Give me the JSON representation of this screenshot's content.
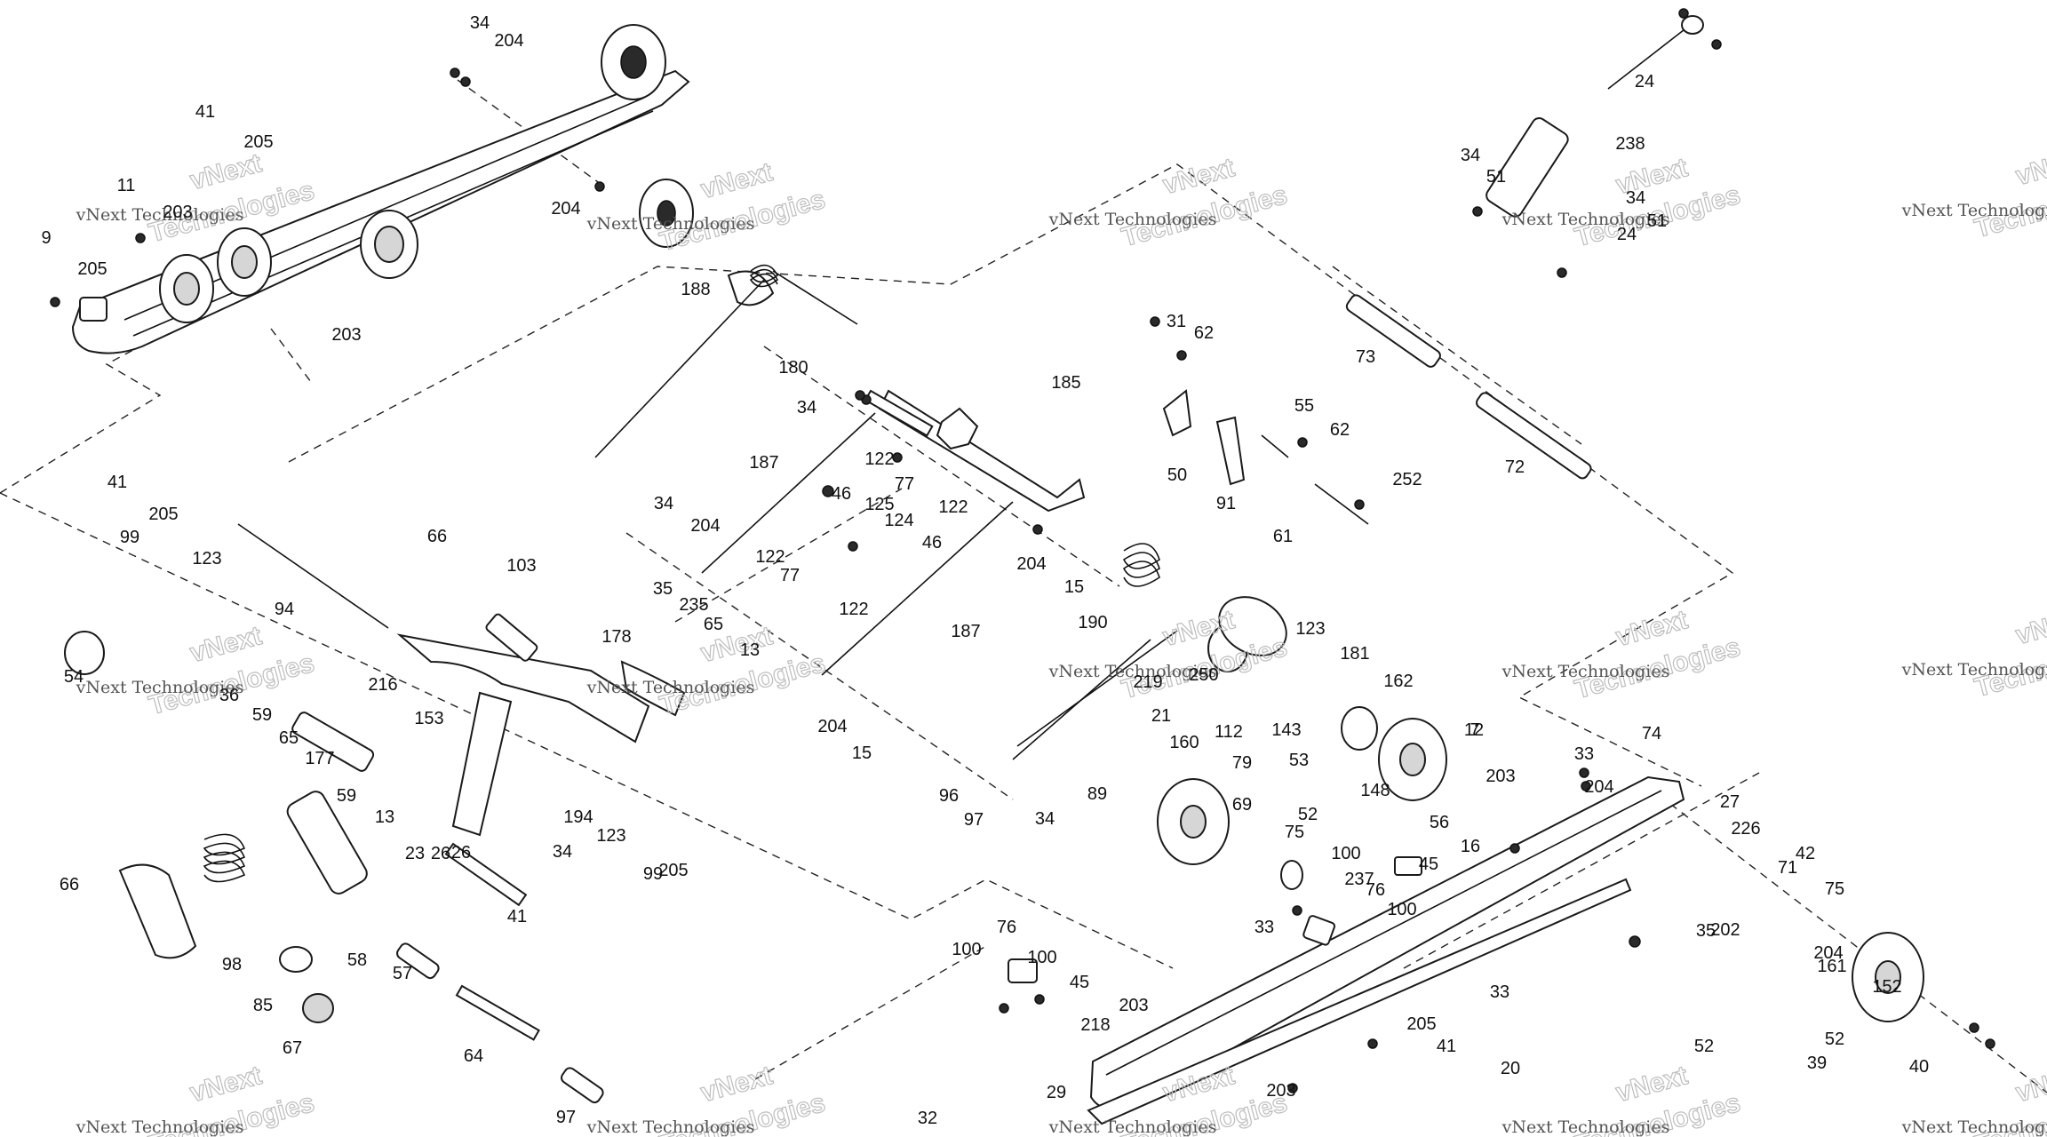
{
  "watermark": {
    "small": "vNext Technologies",
    "big": "Technologies",
    "big_prefix": "vNext"
  },
  "callouts": [
    "34",
    "204",
    "41",
    "205",
    "11",
    "203",
    "9",
    "205",
    "203",
    "204",
    "188",
    "180",
    "34",
    "185",
    "187",
    "122",
    "77",
    "122",
    "34",
    "204",
    "46",
    "125",
    "124",
    "46",
    "35",
    "122",
    "77",
    "235",
    "65",
    "13",
    "178",
    "122",
    "187",
    "204",
    "15",
    "204",
    "15",
    "190",
    "219",
    "250",
    "123",
    "181",
    "143",
    "162",
    "53",
    "12",
    "148",
    "203",
    "56",
    "16",
    "21",
    "160",
    "112",
    "69",
    "52",
    "75",
    "100",
    "45",
    "76",
    "100",
    "237",
    "33",
    "76",
    "100",
    "100",
    "45",
    "203",
    "218",
    "29",
    "32",
    "205",
    "41",
    "33",
    "20",
    "203",
    "31",
    "62",
    "55",
    "62",
    "50",
    "91",
    "61",
    "252",
    "73",
    "72",
    "238",
    "34",
    "51",
    "24",
    "34",
    "51",
    "24",
    "74",
    "33",
    "204",
    "27",
    "226",
    "42",
    "71",
    "35",
    "75",
    "204",
    "202",
    "52",
    "161",
    "152",
    "52",
    "39",
    "40",
    "66",
    "103",
    "41",
    "205",
    "99",
    "123",
    "94",
    "54",
    "153",
    "216",
    "36",
    "59",
    "65",
    "177",
    "59",
    "13",
    "23",
    "26",
    "26",
    "34",
    "194",
    "123",
    "99",
    "205",
    "41",
    "66",
    "98",
    "85",
    "67",
    "58",
    "57",
    "64",
    "97",
    "96",
    "97",
    "34",
    "89",
    "79",
    "7",
    "33",
    "12"
  ]
}
